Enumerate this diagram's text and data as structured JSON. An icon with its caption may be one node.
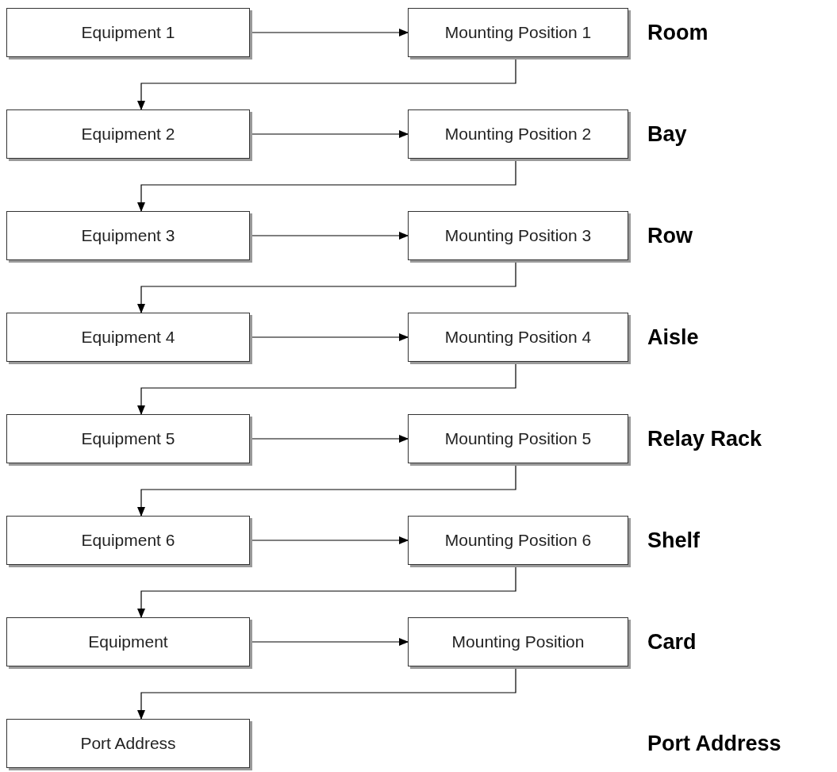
{
  "diagram": {
    "nodes": [
      {
        "text": [
          "Equipment 1"
        ]
      },
      {
        "text": [
          "Mounting Position 1"
        ]
      },
      {
        "text": [
          "Equipment 2"
        ]
      },
      {
        "text": [
          "Mounting Position 2"
        ]
      },
      {
        "text": [
          "Equipment 3"
        ]
      },
      {
        "text": [
          "Mounting Position 3"
        ]
      },
      {
        "text": [
          "Equipment 4"
        ]
      },
      {
        "text": [
          "Mounting Position 4"
        ]
      },
      {
        "text": [
          "Equipment 5"
        ]
      },
      {
        "text": [
          "Mounting Position 5"
        ]
      },
      {
        "text": [
          "Equipment 6"
        ]
      },
      {
        "text": [
          "Mounting Position 6"
        ]
      },
      {
        "text": [
          "Equipment"
        ]
      },
      {
        "text": [
          "Mounting Position"
        ]
      },
      {
        "text": [
          "Port Address"
        ]
      }
    ],
    "edges": [
      {
        "from": 0,
        "to": 1,
        "arrow": "to"
      },
      {
        "from": 1,
        "to": 2,
        "arrow": "to"
      },
      {
        "from": 2,
        "to": 3,
        "arrow": "to"
      },
      {
        "from": 3,
        "to": 4,
        "arrow": "to"
      },
      {
        "from": 4,
        "to": 5,
        "arrow": "to"
      },
      {
        "from": 5,
        "to": 6,
        "arrow": "to"
      },
      {
        "from": 6,
        "to": 7,
        "arrow": "to"
      },
      {
        "from": 7,
        "to": 8,
        "arrow": "to"
      },
      {
        "from": 8,
        "to": 9,
        "arrow": "to"
      },
      {
        "from": 9,
        "to": 10,
        "arrow": "to"
      },
      {
        "from": 10,
        "to": 11,
        "arrow": "to"
      },
      {
        "from": 11,
        "to": 12,
        "arrow": "to"
      },
      {
        "from": 12,
        "to": 13,
        "arrow": "to"
      },
      {
        "from": 13,
        "to": 14,
        "arrow": "to"
      }
    ],
    "labels": [
      "Room",
      "Bay",
      "Row",
      "Aisle",
      "Relay Rack",
      "Shelf",
      "Card",
      "Port Address"
    ]
  }
}
